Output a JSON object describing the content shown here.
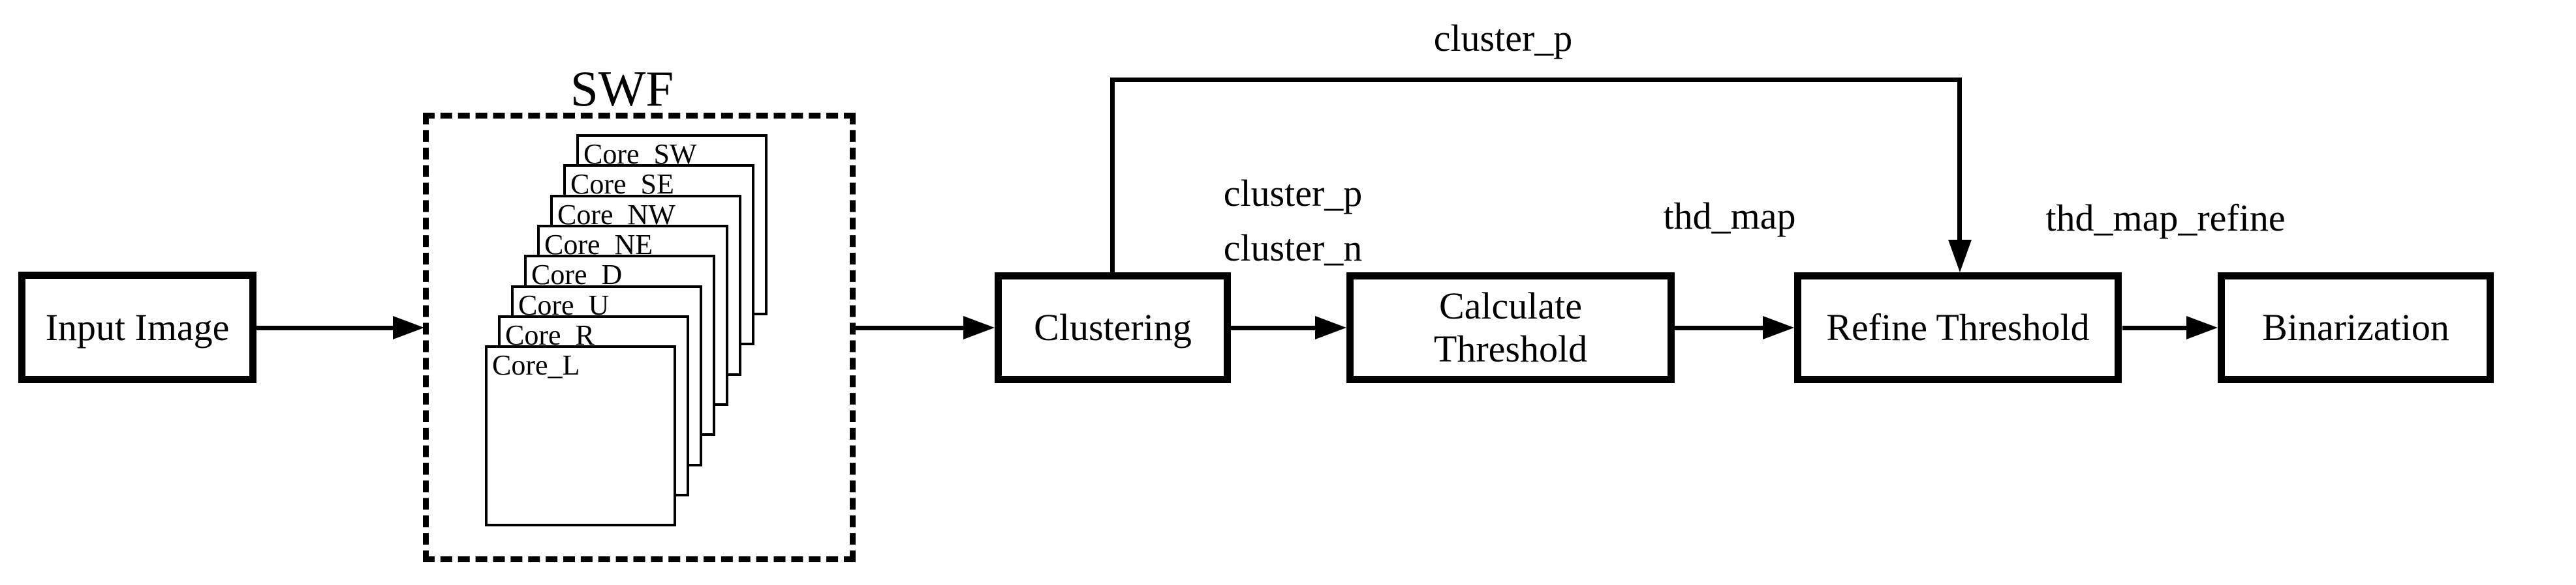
{
  "diagram": {
    "background": "#ffffff",
    "line_color": "#000000",
    "nodes": {
      "input_image": {
        "label": "Input Image"
      },
      "swf": {
        "title": "SWF",
        "cards": [
          "Core_SW",
          "Core_SE",
          "Core_NW",
          "Core_NE",
          "Core_D",
          "Core_U",
          "Core_R",
          "Core_L"
        ]
      },
      "clustering": {
        "label": "Clustering"
      },
      "calculate_threshold": {
        "lines": [
          "Calculate",
          "Threshold"
        ]
      },
      "refine_threshold": {
        "label": "Refine Threshold"
      },
      "binarization": {
        "label": "Binarization"
      }
    },
    "edge_labels": {
      "feedback_top": "cluster_p",
      "clustering_to_calculate": {
        "lines": [
          "cluster_p",
          "cluster_n"
        ]
      },
      "calculate_to_refine": "thd_map",
      "refine_to_binarization": "thd_map_refine"
    }
  }
}
